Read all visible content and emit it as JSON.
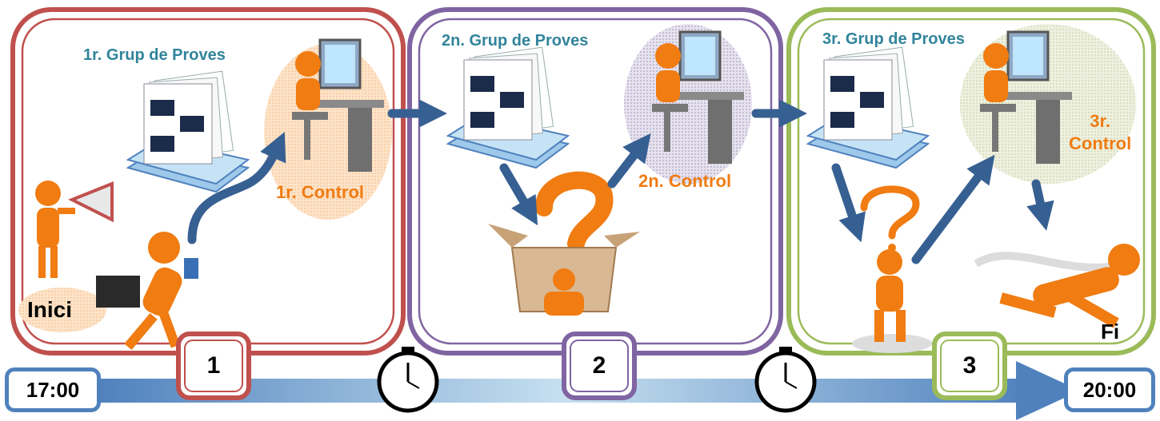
{
  "colors": {
    "stage1": "#c0504d",
    "stage2": "#8064a2",
    "stage3": "#9bbb59",
    "arrow": "#376092",
    "timeline": "#4f81bd",
    "heading": "#31849b",
    "control": "#f07c12",
    "figure": "#f07c12"
  },
  "stages": [
    {
      "group_label": "1r. Grup de Proves",
      "control_label": "1r. Control",
      "step": "1"
    },
    {
      "group_label": "2n. Grup de Proves",
      "control_label": "2n. Control",
      "step": "2"
    },
    {
      "group_label": "3r. Grup de Proves",
      "control_label": "3r.\nControl",
      "step": "3"
    }
  ],
  "start_label": "Inici",
  "end_label": "Fi",
  "timeline": {
    "start_time": "17:00",
    "end_time": "20:00"
  },
  "icons": [
    "megaphone-figure-icon",
    "runner-figure-icon",
    "documents-icon",
    "computer-desk-figure-icon",
    "question-box-figure-icon",
    "thinking-figure-icon",
    "finish-line-figure-icon",
    "stopwatch-icon"
  ]
}
